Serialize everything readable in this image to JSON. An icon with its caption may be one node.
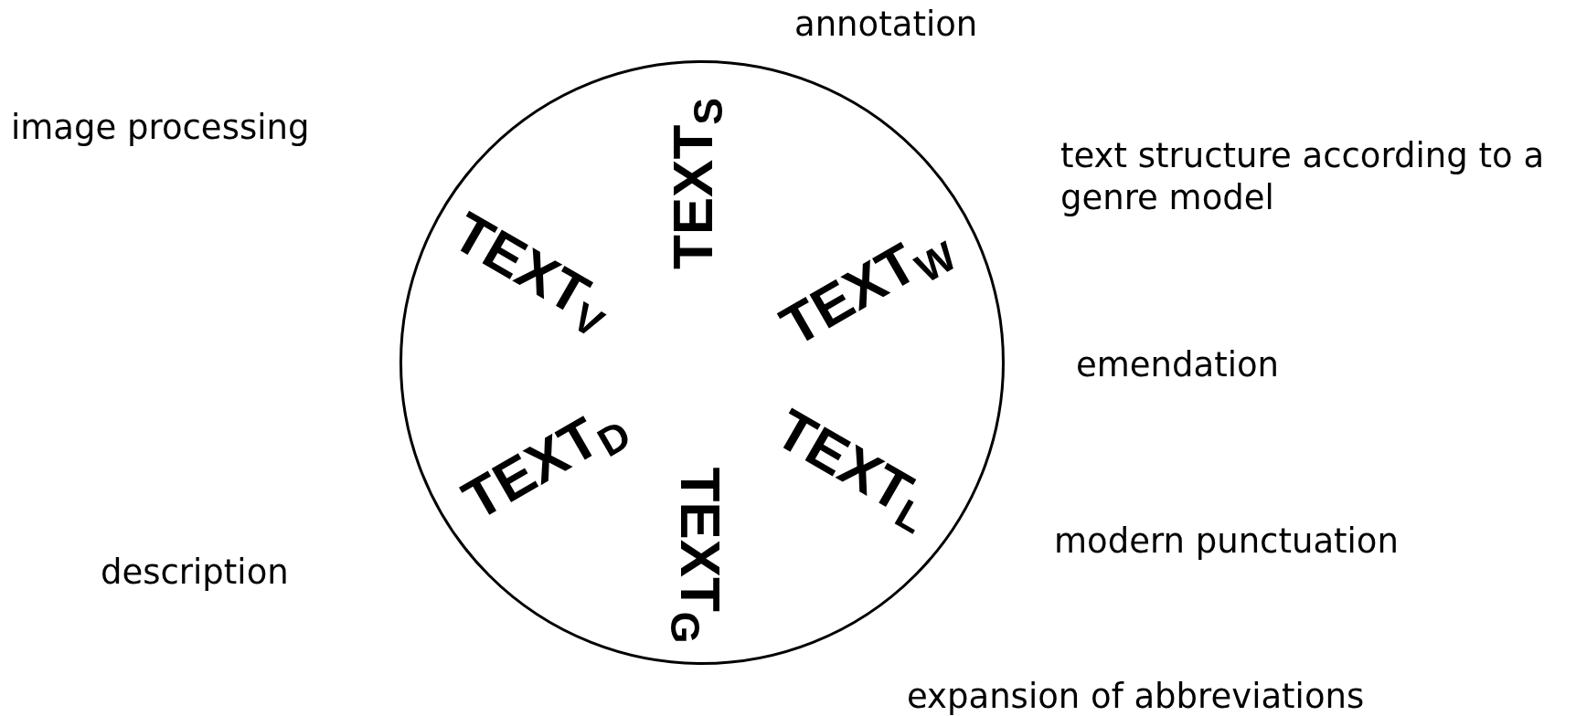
{
  "diagram": {
    "nodes": [
      {
        "text": [],
        "shape": "circle"
      },
      {
        "text": [
          "TEXT$_{S}$"
        ],
        "in": 0
      },
      {
        "text": [
          "TEXT$_{V}$"
        ],
        "in": 0
      },
      {
        "text": [
          "TEXT$_{W}$"
        ],
        "in": 0
      },
      {
        "text": [
          "TEXT$_{D}$"
        ],
        "in": 0
      },
      {
        "text": [
          "TEXT$_{L}$"
        ],
        "in": 0
      },
      {
        "text": [
          "TEXT$_{G}$"
        ],
        "in": 0
      }
    ],
    "labels": [
      "annotation",
      "image processing",
      "text structure according to a genre model",
      "emendation",
      "modern punctuation",
      "description",
      "expansion of abbreviations"
    ]
  }
}
